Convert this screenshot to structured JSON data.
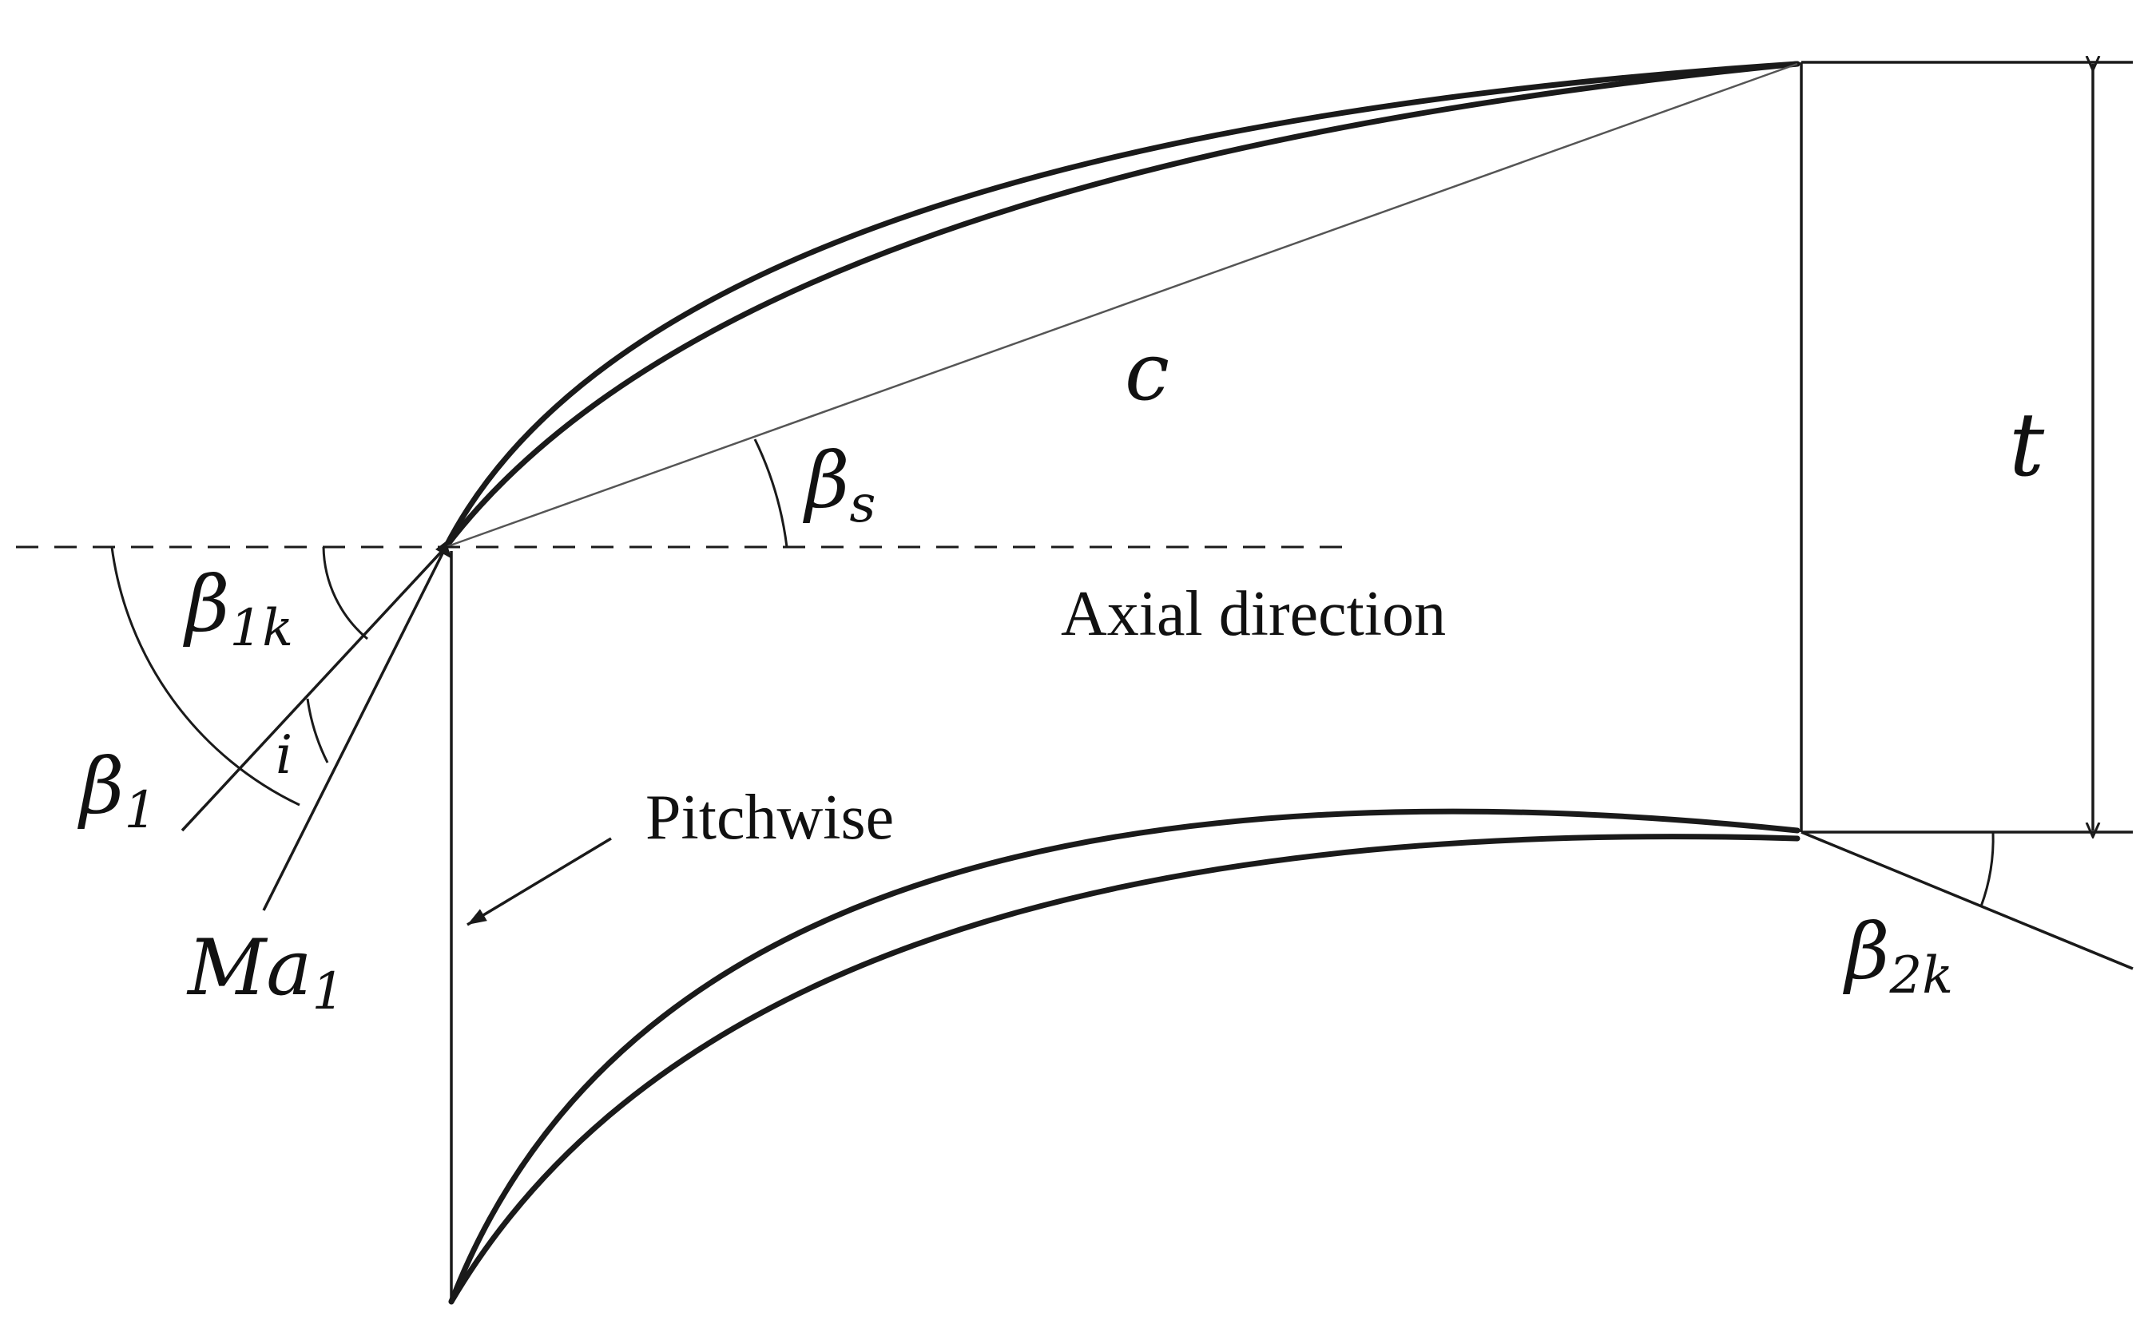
{
  "labels": {
    "chord": "c",
    "stagger_base": "β",
    "stagger_sub": "s",
    "pitch": "t",
    "axial_direction": "Axial direction",
    "pitchwise": "Pitchwise",
    "inlet_blade_angle_base": "β",
    "inlet_blade_angle_sub": "1k",
    "inlet_flow_angle_base": "β",
    "inlet_flow_angle_sub": "1",
    "incidence": "i",
    "inlet_mach_base": "Ma",
    "inlet_mach_sub": "1",
    "outlet_blade_angle_base": "β",
    "outlet_blade_angle_sub": "2k"
  },
  "colors": {
    "stroke": "#1a1a1a",
    "background": "#ffffff"
  }
}
